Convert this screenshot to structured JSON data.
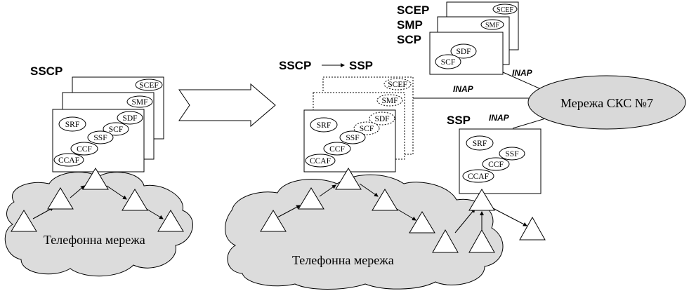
{
  "left": {
    "title": "SSCP",
    "back_functions": [
      "SCEF",
      "SMF"
    ],
    "front_functions": [
      "SRF",
      "SDF",
      "SCF",
      "SSF",
      "CCF",
      "CCAF"
    ],
    "network_label": "Телефонна мережа"
  },
  "middle": {
    "title_from": "SSCP",
    "title_to": "SSP",
    "back_functions": [
      "SCEF",
      "SMF"
    ],
    "front_functions": [
      "SRF",
      "SDF",
      "SCF",
      "SSF",
      "CCF",
      "CCAF"
    ],
    "network_label": "Телефонна мережа"
  },
  "top_right": {
    "labels": [
      "SCEP",
      "SMP",
      "SCP"
    ],
    "back_functions": [
      "SCEF",
      "SMF"
    ],
    "front_functions": [
      "SDF",
      "SCF"
    ]
  },
  "ssp_box": {
    "title": "SSP",
    "functions": [
      "SRF",
      "SSF",
      "CCF",
      "CCAF"
    ]
  },
  "sks_network": {
    "label": "Мережа СКС №7"
  },
  "protocols": {
    "inap_1": "INAP",
    "inap_2": "INAP",
    "inap_3": "INAP"
  }
}
